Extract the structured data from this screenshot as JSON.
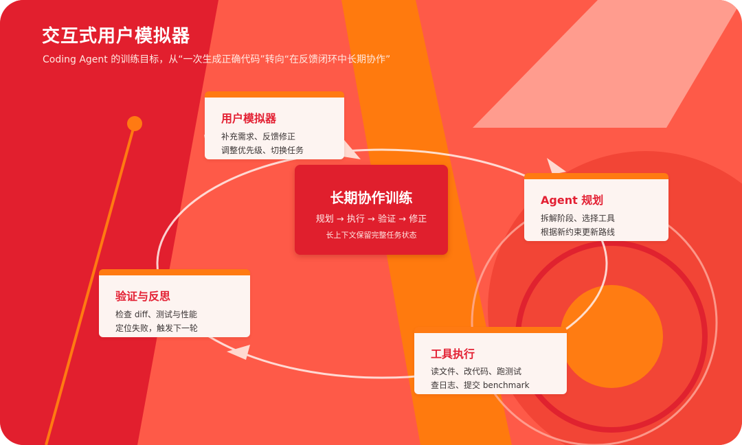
{
  "slide": {
    "title": "交互式用户模拟器",
    "subtitle": "Coding Agent 的训练目标，从“一次生成正确代码”转向“在反馈闭环中长期协作”"
  },
  "center": {
    "title": "长期协作训练",
    "flow": "规划 → 执行 → 验证 → 修正",
    "subtitle": "长上下文保留完整任务状态"
  },
  "cards": {
    "user_simulator": {
      "title": "用户模拟器",
      "line1": "补充需求、反馈修正",
      "line2": "调整优先级、切换任务"
    },
    "agent_plan": {
      "title": "Agent 规划",
      "line1": "拆解阶段、选择工具",
      "line2": "根据新约束更新路线"
    },
    "tool_exec": {
      "title": "工具执行",
      "line1": "读文件、改代码、跑测试",
      "line2": "查日志、提交 benchmark"
    },
    "verify": {
      "title": "验证与反思",
      "line1": "检查 diff、测试与性能",
      "line2": "定位失败，触发下一轮"
    }
  },
  "colors": {
    "background": "#fe5a48",
    "dark_red": "#e01f2d",
    "orange": "#ff7a12",
    "card": "#fdf4f1",
    "card_title": "#e32033"
  },
  "icons": [
    "cycle-arrow-icon"
  ]
}
